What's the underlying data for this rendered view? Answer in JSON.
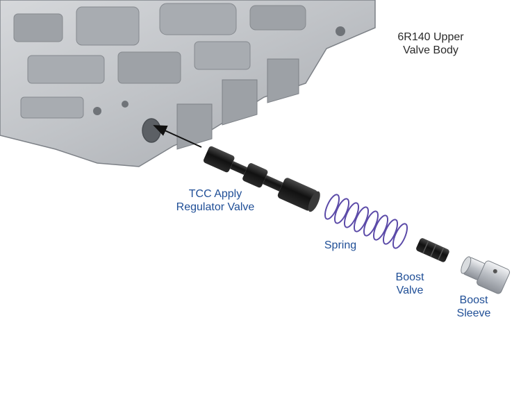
{
  "diagram": {
    "title_lines": [
      "6R140 Upper",
      "Valve Body"
    ],
    "parts": {
      "tcc_valve": [
        "TCC Apply",
        "Regulator Valve"
      ],
      "spring": [
        "Spring"
      ],
      "boost_valve": [
        "Boost",
        "Valve"
      ],
      "boost_sleeve": [
        "Boost",
        "Sleeve"
      ]
    }
  },
  "colors": {
    "label_blue": "#1f4e96",
    "title_dark": "#2a2a2a",
    "spring_purple": "#5b4aa8",
    "casting_gray": "#b9bcc0",
    "valve_black": "#1a1a1a"
  }
}
